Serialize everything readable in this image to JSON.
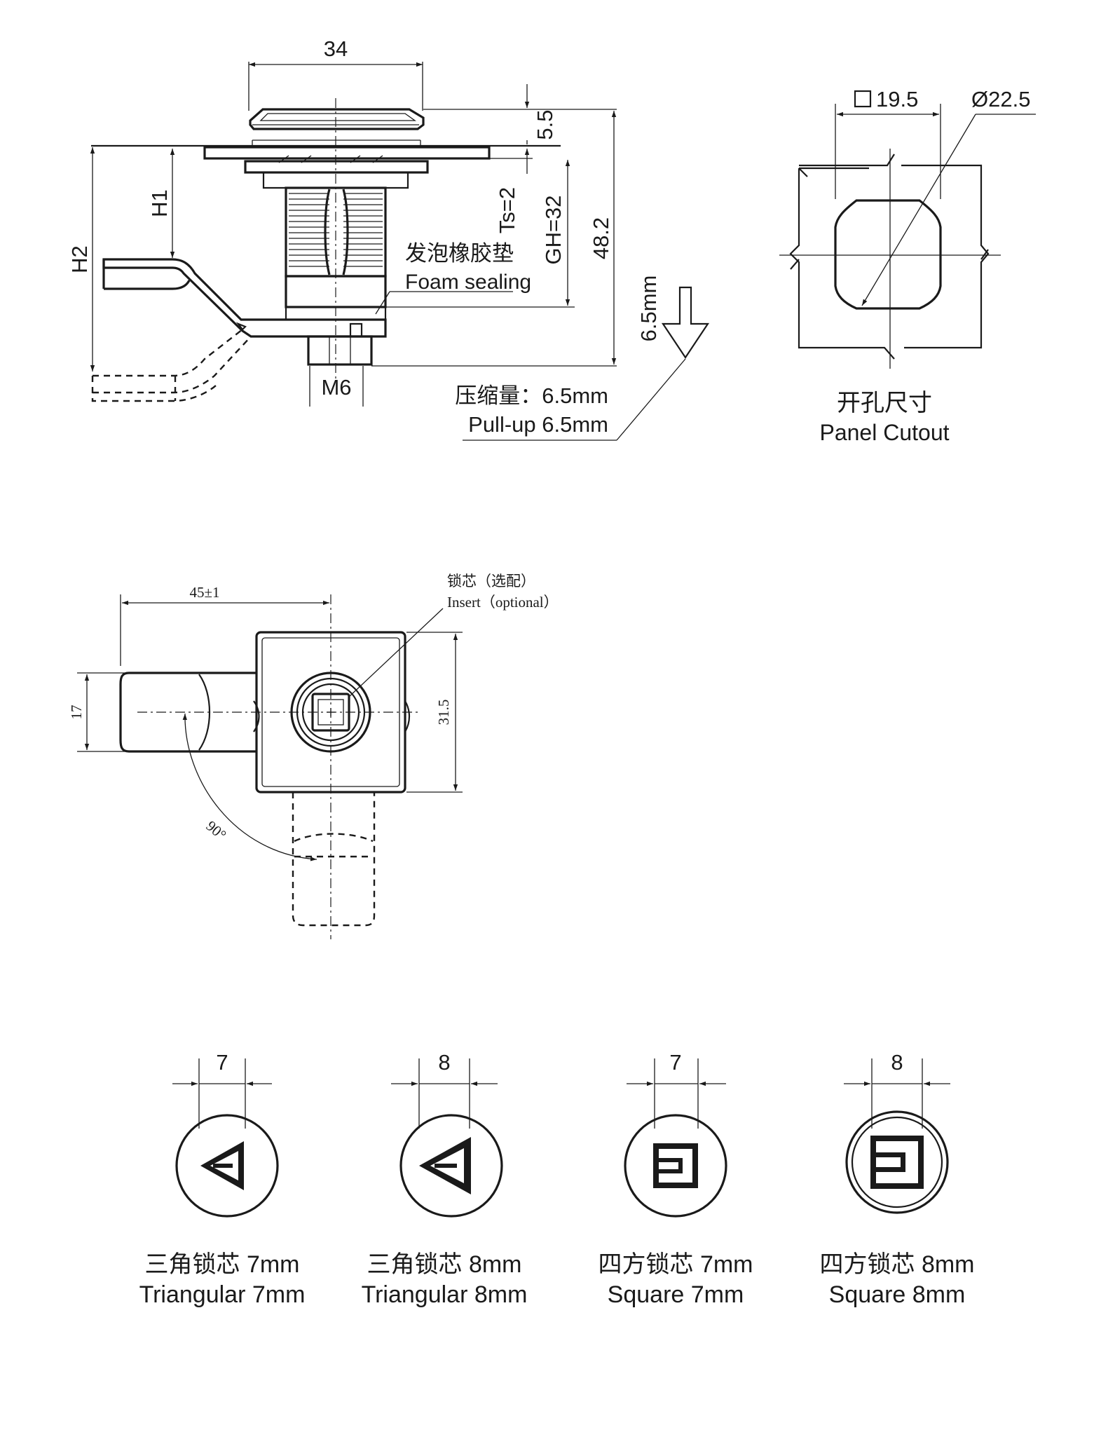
{
  "side_view": {
    "width_dim": "34",
    "flange_thickness_dim": "5.5",
    "total_height_dim": "48.2",
    "grip_range_dim": "GH=32",
    "panel_thickness_dim": "Ts=2",
    "h1_label": "H1",
    "h2_label": "H2",
    "thread_label": "M6",
    "foam_label_cn": "发泡橡胶垫",
    "foam_label_en": "Foam sealing",
    "pullup_dim": "6.5mm",
    "pullup_label_cn": "压缩量：6.5mm",
    "pullup_label_en": "Pull-up 6.5mm"
  },
  "panel_cutout": {
    "square_dim": "19.5",
    "diameter_dim": "Ø22.5",
    "title_cn": "开孔尺寸",
    "title_en": "Panel Cutout"
  },
  "top_view": {
    "cam_length_dim": "45±1",
    "cam_width_dim": "17",
    "body_height_dim": "31.5",
    "rotation_dim": "90°",
    "insert_label_cn": "锁芯（选配）",
    "insert_label_en": "Insert（optional）"
  },
  "inserts": [
    {
      "dim": "7",
      "label_cn": "三角锁芯 7mm",
      "label_en": "Triangular 7mm",
      "shape": "triangle"
    },
    {
      "dim": "8",
      "label_cn": "三角锁芯 8mm",
      "label_en": "Triangular 8mm",
      "shape": "triangle"
    },
    {
      "dim": "7",
      "label_cn": "四方锁芯 7mm",
      "label_en": "Square 7mm",
      "shape": "square"
    },
    {
      "dim": "8",
      "label_cn": "四方锁芯 8mm",
      "label_en": "Square 8mm",
      "shape": "square"
    }
  ]
}
